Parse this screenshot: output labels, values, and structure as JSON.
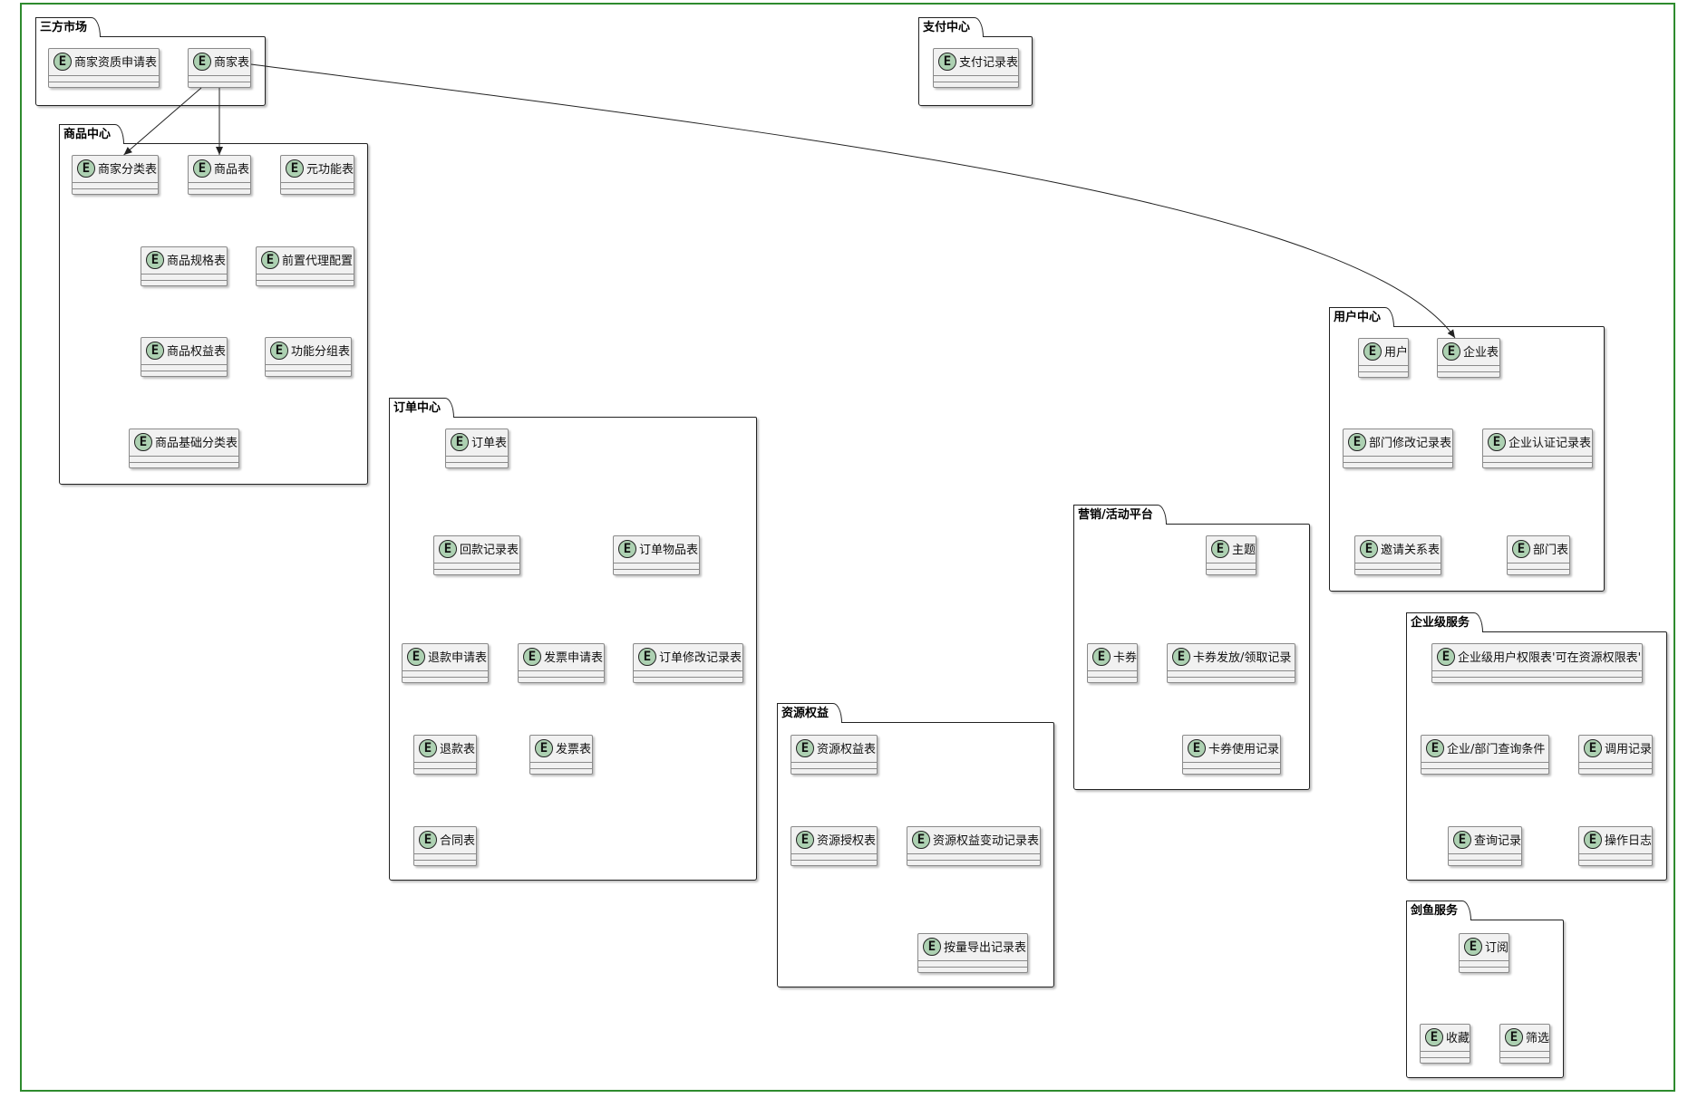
{
  "diagram": {
    "packages": [
      {
        "id": "sanfang",
        "name": "三方市场",
        "entities": [
          {
            "id": "sf1",
            "label": "商家资质申请表"
          },
          {
            "id": "merchant",
            "label": "商家表"
          }
        ]
      },
      {
        "id": "pay",
        "name": "支付中心",
        "entities": [
          {
            "id": "p1",
            "label": "支付记录表"
          }
        ]
      },
      {
        "id": "goods",
        "name": "商品中心",
        "entities": [
          {
            "id": "g_cat",
            "label": "商家分类表"
          },
          {
            "id": "g_goods",
            "label": "商品表"
          },
          {
            "id": "g3",
            "label": "元功能表"
          },
          {
            "id": "g4",
            "label": "商品规格表"
          },
          {
            "id": "g5",
            "label": "前置代理配置"
          },
          {
            "id": "g6",
            "label": "商品权益表"
          },
          {
            "id": "g7",
            "label": "功能分组表"
          },
          {
            "id": "g8",
            "label": "商品基础分类表"
          }
        ]
      },
      {
        "id": "user",
        "name": "用户中心",
        "entities": [
          {
            "id": "u1",
            "label": "用户"
          },
          {
            "id": "u_ent",
            "label": "企业表"
          },
          {
            "id": "u3",
            "label": "部门修改记录表"
          },
          {
            "id": "u4",
            "label": "企业认证记录表"
          },
          {
            "id": "u5",
            "label": "邀请关系表"
          },
          {
            "id": "u6",
            "label": "部门表"
          }
        ]
      },
      {
        "id": "order",
        "name": "订单中心",
        "entities": [
          {
            "id": "o1",
            "label": "订单表"
          },
          {
            "id": "o2",
            "label": "回款记录表"
          },
          {
            "id": "o3",
            "label": "订单物品表"
          },
          {
            "id": "o4",
            "label": "退款申请表"
          },
          {
            "id": "o5",
            "label": "发票申请表"
          },
          {
            "id": "o6",
            "label": "订单修改记录表"
          },
          {
            "id": "o7",
            "label": "退款表"
          },
          {
            "id": "o8",
            "label": "发票表"
          },
          {
            "id": "o9",
            "label": "合同表"
          }
        ]
      },
      {
        "id": "mkt",
        "name": "营销/活动平台",
        "entities": [
          {
            "id": "m1",
            "label": "主题"
          },
          {
            "id": "m2",
            "label": "卡券"
          },
          {
            "id": "m3",
            "label": "卡券发放/领取记录"
          },
          {
            "id": "m4",
            "label": "卡券使用记录"
          }
        ]
      },
      {
        "id": "ent",
        "name": "企业级服务",
        "entities": [
          {
            "id": "e1",
            "label": "企业级用户权限表'可在资源权限表'"
          },
          {
            "id": "e2",
            "label": "企业/部门查询条件"
          },
          {
            "id": "e3",
            "label": "调用记录"
          },
          {
            "id": "e4",
            "label": "查询记录"
          },
          {
            "id": "e5",
            "label": "操作日志"
          }
        ]
      },
      {
        "id": "res",
        "name": "资源权益",
        "entities": [
          {
            "id": "r1",
            "label": "资源权益表"
          },
          {
            "id": "r2",
            "label": "资源授权表"
          },
          {
            "id": "r3",
            "label": "资源权益变动记录表"
          },
          {
            "id": "r4",
            "label": "按量导出记录表"
          }
        ]
      },
      {
        "id": "jianyu",
        "name": "剑鱼服务",
        "entities": [
          {
            "id": "j1",
            "label": "订阅"
          },
          {
            "id": "j2",
            "label": "收藏"
          },
          {
            "id": "j3",
            "label": "筛选"
          }
        ]
      }
    ],
    "edges": [
      {
        "from": "merchant",
        "to": "g_cat"
      },
      {
        "from": "merchant",
        "to": "g_goods"
      },
      {
        "from": "merchant",
        "to": "u_ent"
      }
    ]
  }
}
